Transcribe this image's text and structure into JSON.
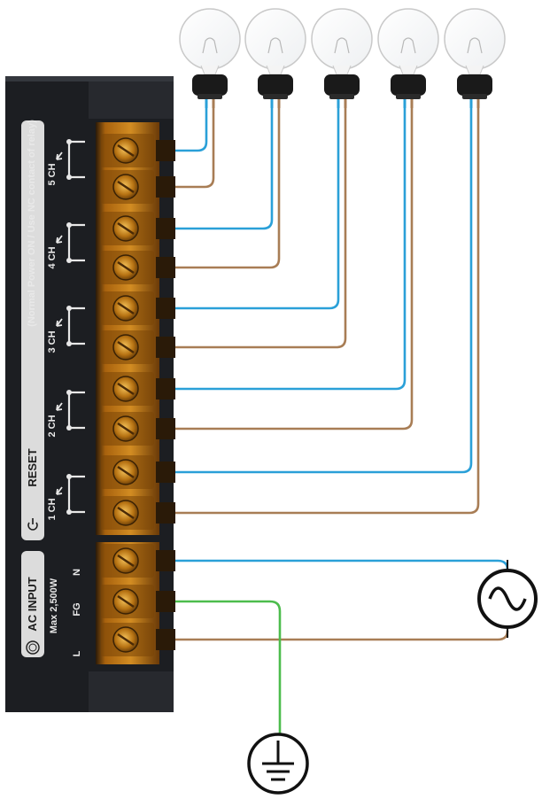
{
  "device": {
    "panel_label": "RESET",
    "note": "(Normal Power ON / Use NC contact of relay)",
    "channels": [
      "5 CH",
      "4 CH",
      "3 CH",
      "2 CH",
      "1 CH"
    ],
    "ac_input_label": "AC INPUT",
    "max_rating": "Max 2,500W",
    "terminal_letters": [
      "L",
      "FG",
      "N"
    ]
  },
  "colors": {
    "wire_live": "#2aa0d8",
    "wire_neutral": "#a87d55",
    "wire_ground": "#4cbc4c",
    "panel": "#1c1e22",
    "terminal": "#c9861c"
  },
  "icons": [
    "bulb-icon",
    "ac-source-icon",
    "ground-icon",
    "power-reset-icon",
    "ac-logo-icon"
  ]
}
